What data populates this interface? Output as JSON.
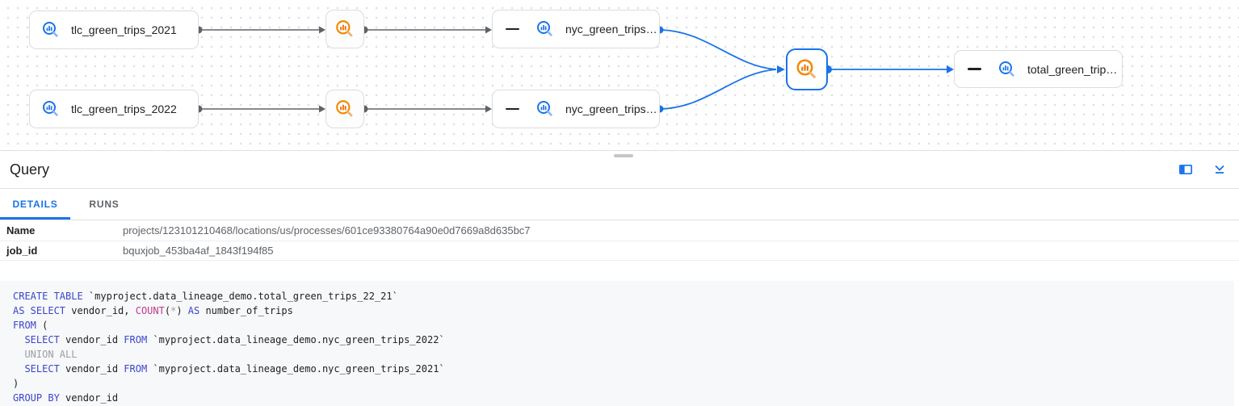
{
  "colors": {
    "accent_blue": "#1a73e8",
    "process_orange": "#f18a00",
    "edge_gray": "#5f6368",
    "keyword_blue": "#3a45cb",
    "function_pink": "#c2398c",
    "muted_gray": "#9aa0a6"
  },
  "graph": {
    "nodes": {
      "tlc_green_trips_2021": "tlc_green_trips_2021",
      "tlc_green_trips_2022": "tlc_green_trips_2022",
      "nyc_green_trips_top": "nyc_green_trips…",
      "nyc_green_trips_bottom": "nyc_green_trips…",
      "total_green_trips": "total_green_trip…"
    }
  },
  "panel": {
    "title": "Query",
    "tabs": {
      "details": "DETAILS",
      "runs": "RUNS"
    },
    "fields": [
      {
        "label": "Name",
        "value": "projects/123101210468/locations/us/processes/601ce93380764a90e0d7669a8d635bc7"
      },
      {
        "label": "job_id",
        "value": "bquxjob_453ba4af_1843f194f85"
      }
    ],
    "icons": [
      "side-panel-icon",
      "collapse-panel-icon",
      "resize-handle"
    ]
  },
  "code": {
    "lines": [
      [
        {
          "c": "kw",
          "t": "CREATE TABLE"
        },
        {
          "c": "def",
          "t": " `myproject.data_lineage_demo.total_green_trips_22_21`"
        }
      ],
      [
        {
          "c": "kw",
          "t": "AS SELECT"
        },
        {
          "c": "def",
          "t": " vendor_id, "
        },
        {
          "c": "fn",
          "t": "COUNT"
        },
        {
          "c": "def",
          "t": "("
        },
        {
          "c": "gray",
          "t": "*"
        },
        {
          "c": "def",
          "t": ") "
        },
        {
          "c": "kw",
          "t": "AS"
        },
        {
          "c": "def",
          "t": " number_of_trips"
        }
      ],
      [
        {
          "c": "kw",
          "t": "FROM"
        },
        {
          "c": "def",
          "t": " ("
        }
      ],
      [
        {
          "c": "def",
          "t": "  "
        },
        {
          "c": "kw",
          "t": "SELECT"
        },
        {
          "c": "def",
          "t": " vendor_id "
        },
        {
          "c": "kw",
          "t": "FROM"
        },
        {
          "c": "def",
          "t": " `myproject.data_lineage_demo.nyc_green_trips_2022`"
        }
      ],
      [
        {
          "c": "gray",
          "t": "  UNION ALL"
        }
      ],
      [
        {
          "c": "def",
          "t": "  "
        },
        {
          "c": "kw",
          "t": "SELECT"
        },
        {
          "c": "def",
          "t": " vendor_id "
        },
        {
          "c": "kw",
          "t": "FROM"
        },
        {
          "c": "def",
          "t": " `myproject.data_lineage_demo.nyc_green_trips_2021`"
        }
      ],
      [
        {
          "c": "def",
          "t": ")"
        }
      ],
      [
        {
          "c": "kw",
          "t": "GROUP BY"
        },
        {
          "c": "def",
          "t": " vendor_id"
        }
      ]
    ]
  }
}
